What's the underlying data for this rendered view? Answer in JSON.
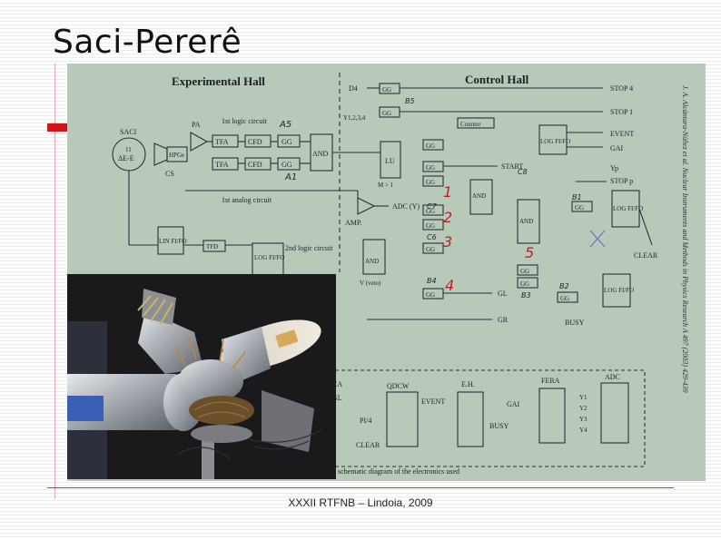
{
  "slide": {
    "title": "Saci-Pererê",
    "footer": "XXXII RTFNB – Lindoia, 2009"
  },
  "diagram": {
    "experimental_hall": "Experimental Hall",
    "control_hall": "Control Hall",
    "saci": "SACI",
    "saci_detector": "ΔE-E",
    "saci_count": "11",
    "hpge": "HPGe",
    "cs": "CS",
    "pa": "PA",
    "first_logic": "1st logic circuit",
    "first_analog": "1st analog circuit",
    "second_logic": "2nd logic circuit",
    "tfa": "TFA",
    "cfd": "CFD",
    "gg": "GG",
    "and": "AND",
    "lu": "LU",
    "m_gt_1": "M > 1",
    "lin_fifo": "LIN FI/FO",
    "tfd": "TFD",
    "log_fifo": "LOG FI/FO",
    "amp": "AMP.",
    "adc_label": "ADC (Y)",
    "d4": "D4",
    "y1234": "Y1,2,3,4",
    "counter": "Counter",
    "stop4": "STOP 4",
    "stop1": "STOP 1",
    "event": "EVENT",
    "gai": "GAI",
    "start": "START",
    "yp": "Yp",
    "stop_p": "STOP p",
    "clear": "CLEAR",
    "busy": "BUSY",
    "gl": "GL",
    "gr": "GR",
    "veto": "V (veto)",
    "qdcw": "QDCW",
    "eh": "E.H.",
    "fera": "FERA",
    "adc_box": "ADC",
    "ca": "CA",
    "pi4": "PI/4",
    "bottom_caption": "schematic diagram of the electronics used",
    "side_text": "J. A. Alcántara-Núñez et al. Nuclear Instruments and Methods in Physics Research A 497 (2003) 429-439",
    "hand_1": "1",
    "hand_2": "2",
    "hand_3": "3",
    "hand_4": "4",
    "hand_5": "5",
    "hand_c7": "C7",
    "hand_c6": "C6",
    "hand_b4": "B4",
    "hand_b3": "B3",
    "hand_b2": "B2",
    "hand_b1": "B1",
    "hand_a1": "A1",
    "hand_a5": "A5",
    "hand_c8": "C8",
    "hand_b5": "B5",
    "adc_inputs": [
      "Y1",
      "Y2",
      "Y3",
      "Y4"
    ]
  }
}
